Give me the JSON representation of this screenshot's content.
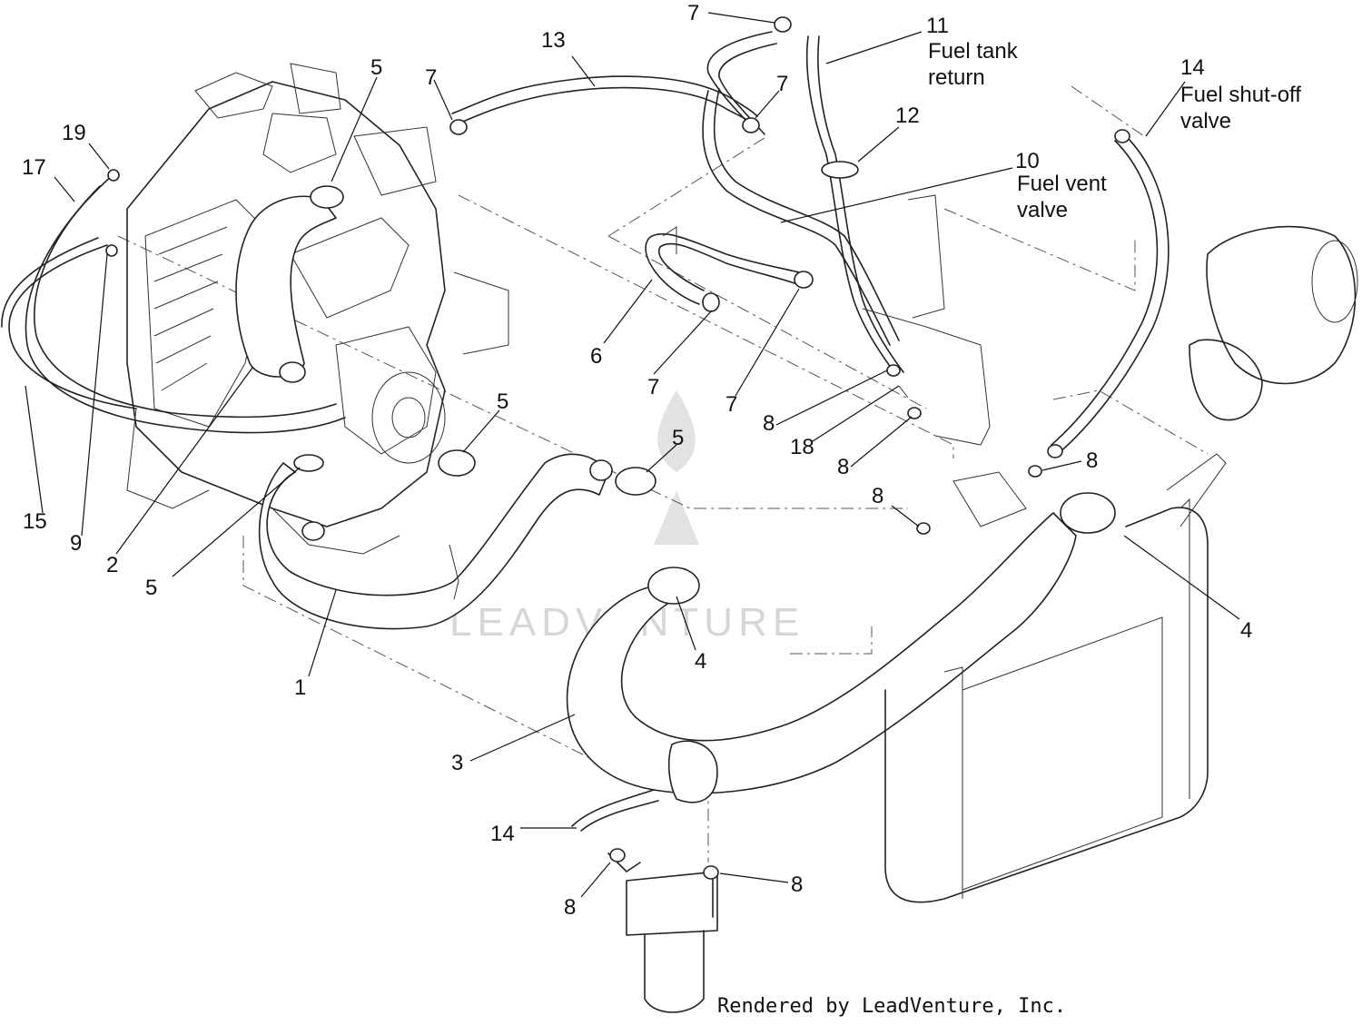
{
  "watermark": {
    "text": "LEADVENTURE"
  },
  "credit": "Rendered by LeadVenture, Inc.",
  "callouts": {
    "c1": {
      "num": "1"
    },
    "c2": {
      "num": "2"
    },
    "c3": {
      "num": "3"
    },
    "c4a": {
      "num": "4"
    },
    "c4b": {
      "num": "4"
    },
    "c5a": {
      "num": "5"
    },
    "c5b": {
      "num": "5"
    },
    "c5c": {
      "num": "5"
    },
    "c5d": {
      "num": "5"
    },
    "c6": {
      "num": "6"
    },
    "c7a": {
      "num": "7"
    },
    "c7b": {
      "num": "7"
    },
    "c7c": {
      "num": "7"
    },
    "c7d": {
      "num": "7"
    },
    "c7e": {
      "num": "7"
    },
    "c8a": {
      "num": "8"
    },
    "c8b": {
      "num": "8"
    },
    "c8c": {
      "num": "8"
    },
    "c8d": {
      "num": "8"
    },
    "c8e": {
      "num": "8"
    },
    "c8f": {
      "num": "8"
    },
    "c9": {
      "num": "9"
    },
    "c10": {
      "num": "10",
      "line1": "Fuel vent",
      "line2": "valve"
    },
    "c11": {
      "num": "11",
      "line1": "Fuel tank",
      "line2": "return"
    },
    "c12": {
      "num": "12"
    },
    "c13": {
      "num": "13"
    },
    "c14a": {
      "num": "14",
      "line1": "Fuel shut-off",
      "line2": "valve"
    },
    "c14b": {
      "num": "14"
    },
    "c15": {
      "num": "15"
    },
    "c17": {
      "num": "17"
    },
    "c18": {
      "num": "18"
    },
    "c19": {
      "num": "19"
    }
  }
}
